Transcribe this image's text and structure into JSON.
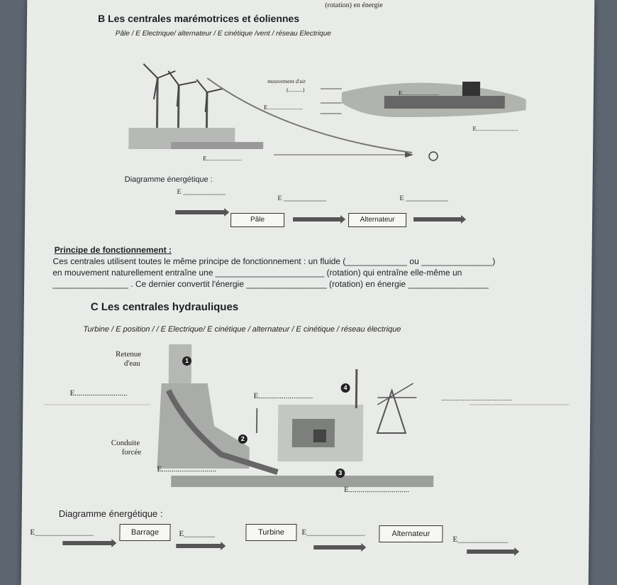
{
  "header_fragment": "(rotation) en énergie",
  "section_b": {
    "title": "B  Les centrales marémotrices et éoliennes",
    "keywords": "Pâle / E Electrique/ alternateur / E cinétique /vent / réseau Electrique",
    "diagram": {
      "air_label": "mouvement d'air",
      "air_paren": "(..........)",
      "blank_e1": "E.......................",
      "blank_e2": "E......................",
      "blank_e3": "E..........................",
      "blank_e4": "E......................"
    },
    "energy_title": "Diagramme énergétique :",
    "energy": {
      "e1": "E ____________",
      "e2": "E ____________",
      "e3": "E ____________",
      "box1": "Pâle",
      "box2": "Alternateur"
    },
    "principle_title": "Principe de fonctionnement :",
    "principle_lines": [
      "Ces centrales utilisent toutes le même principe de fonctionnement : un fluide (_____________ ou _______________)",
      "en mouvement naturellement entraîne une _______________________ (rotation) qui entraîne elle-même un",
      "________________ . Ce dernier convertit l'énergie _________________ (rotation) en énergie _________________"
    ]
  },
  "section_c": {
    "title": "C  Les centrales hydrauliques",
    "keywords": "Turbine / E position / / E Electrique/ E cinétique / alternateur / E cinétique / réseau électrique",
    "diagram": {
      "retenue": "Retenue",
      "deau": "d'eau",
      "conduite": "Conduite",
      "forcee": "forcée",
      "blank_left": "E...........................",
      "blank_mid": "E............................",
      "blank_low": "E............................",
      "blank_bottom": "E...............................",
      "right_line": "........................................",
      "markers": [
        "1",
        "2",
        "3",
        "4"
      ]
    },
    "energy_title": "Diagramme énergétique :",
    "energy": {
      "e1": "E_______________",
      "box1": "Barrage",
      "e2": "E________",
      "box2": "Turbine",
      "e3": "E_______________",
      "box3": "Alternateur",
      "e4": "E_____________"
    }
  }
}
